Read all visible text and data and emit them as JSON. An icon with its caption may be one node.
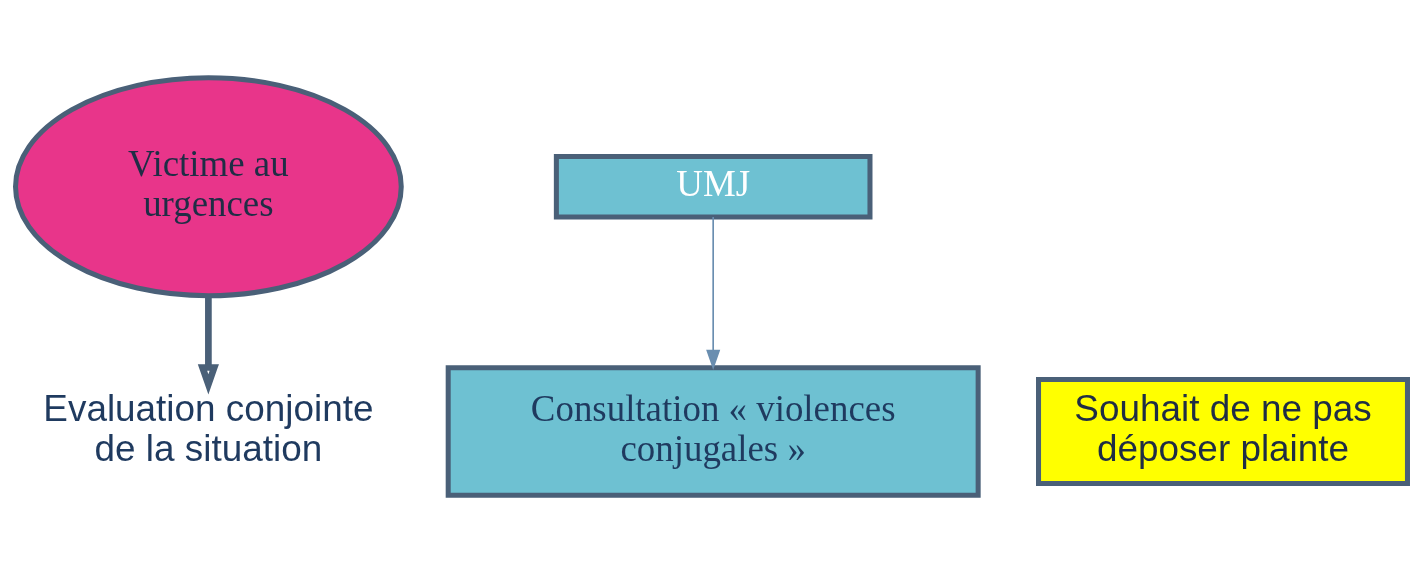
{
  "diagram": {
    "nodes": [
      {
        "text": [
          "Victime au urgences"
        ]
      },
      {
        "text": [
          "UMJ"
        ]
      },
      {
        "text": [
          "Evaluation conjointe de la situation"
        ]
      },
      {
        "text": [
          "Consultation « violences conjugales »"
        ]
      },
      {
        "text": [
          "Souhait de ne pas déposer plainte"
        ]
      }
    ],
    "edges": [
      {
        "from": 0,
        "to": 2,
        "arrow": "to",
        "style": "thick"
      },
      {
        "from": 1,
        "to": 3,
        "arrow": "to"
      }
    ]
  }
}
